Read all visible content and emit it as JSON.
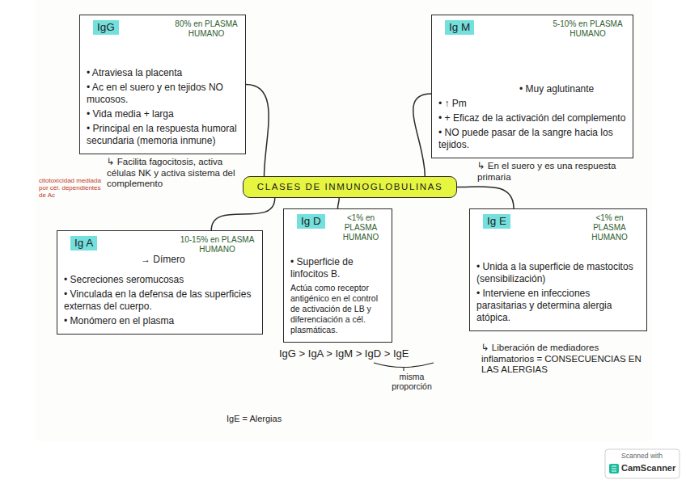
{
  "diagram": {
    "nodes": [
      {
        "text": [
          "IgG",
          "80% en PLASMA HUMANO",
          "• Atraviesa la placenta",
          "• Ac en el suero y en tejidos NO mucosos.",
          "• Vida media + larga",
          "• Principal en la respuesta humoral secundaria (memoria inmune)"
        ]
      },
      {
        "text": [
          "Ig M",
          "5-10% en PLASMA HUMANO",
          "• Muy aglutinante",
          "• ↑ Pm",
          "• + Eficaz de la activación del complemento",
          "• NO puede pasar de la sangre hacia los tejidos."
        ]
      },
      {
        "text": [
          "CLASES DE INMUNOGLOBULINAS"
        ]
      },
      {
        "text": [
          "Ig A",
          "10-15% en PLASMA HUMANO",
          "→ Dímero",
          "• Secreciones seromucosas",
          "• Vinculada en la defensa de las superficies externas del cuerpo.",
          "• Monómero en el plasma"
        ]
      },
      {
        "text": [
          "Ig D",
          "<1% en PLASMA HUMANO",
          "• Superficie de linfocitos B.",
          "Actúa como receptor antigénico en el control de activación de LB y diferenciación a cél. plasmáticas."
        ]
      },
      {
        "text": [
          "Ig E",
          "<1% en PLASMA HUMANO",
          "• Unida a la superficie de mastocitos (sensibilización)",
          "• Interviene en infecciones parasitarias y determina alergia atópica."
        ]
      }
    ],
    "edges": [
      {
        "from": 2,
        "to": 0,
        "arrow": "none"
      },
      {
        "from": 2,
        "to": 1,
        "arrow": "none"
      },
      {
        "from": 2,
        "to": 3,
        "arrow": "none"
      },
      {
        "from": 2,
        "to": 4,
        "arrow": "none"
      },
      {
        "from": 2,
        "to": 5,
        "arrow": "none"
      }
    ],
    "labels": [
      "↳ Facilita fagocitosis, activa células NK y activa sistema del complemento",
      "citotoxicidad mediada por cél. dependientes de Ac",
      "↳ En el suero y es una respuesta primaria",
      "IgG > IgA > IgM > IgD > IgE",
      "misma proporción",
      "↳ Liberación de mediadores inflamatorios = CONSECUENCIAS EN LAS ALERGIAS",
      "IgE = Alergias",
      "Scanned with",
      "CamScanner"
    ]
  }
}
